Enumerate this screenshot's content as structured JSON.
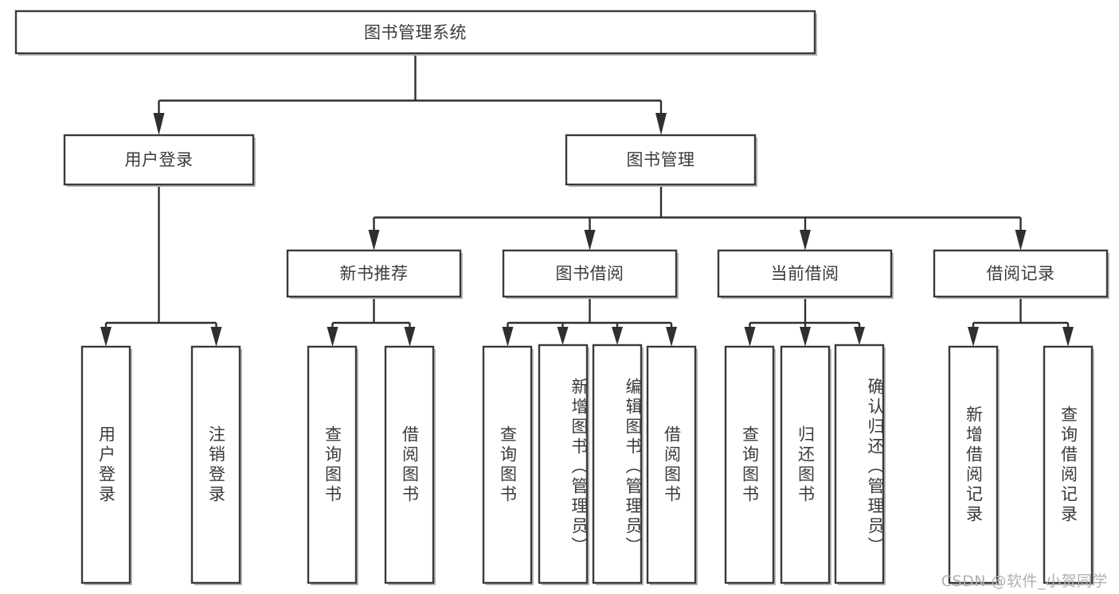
{
  "diagram": {
    "type": "tree",
    "title": "图书管理系统",
    "watermark": "CSDN @软件_小贺同学",
    "colors": {
      "background": "#ffffff",
      "box_stroke": "#3a3a3a",
      "connector": "#2f2f2f",
      "text": "#3b3b3b",
      "watermark": "#b0b0b0"
    },
    "root": {
      "label": "图书管理系统"
    },
    "level2": [
      {
        "label": "用户登录"
      },
      {
        "label": "图书管理"
      }
    ],
    "level3": [
      {
        "label": "新书推荐"
      },
      {
        "label": "图书借阅"
      },
      {
        "label": "当前借阅"
      },
      {
        "label": "借阅记录"
      }
    ],
    "leaves": {
      "user_login": [
        {
          "label": "用户登录"
        },
        {
          "label": "注销登录"
        }
      ],
      "new_book_recommend": [
        {
          "label": "查询图书"
        },
        {
          "label": "借阅图书"
        }
      ],
      "book_borrow": [
        {
          "label": "查询图书"
        },
        {
          "label": "新增图书（管理员）"
        },
        {
          "label": "编辑图书（管理员）"
        },
        {
          "label": "借阅图书"
        }
      ],
      "current_borrow": [
        {
          "label": "查询图书"
        },
        {
          "label": "归还图书"
        },
        {
          "label": "确认归还（管理员）"
        }
      ],
      "borrow_record": [
        {
          "label": "新增借阅记录"
        },
        {
          "label": "查询借阅记录"
        }
      ]
    }
  }
}
